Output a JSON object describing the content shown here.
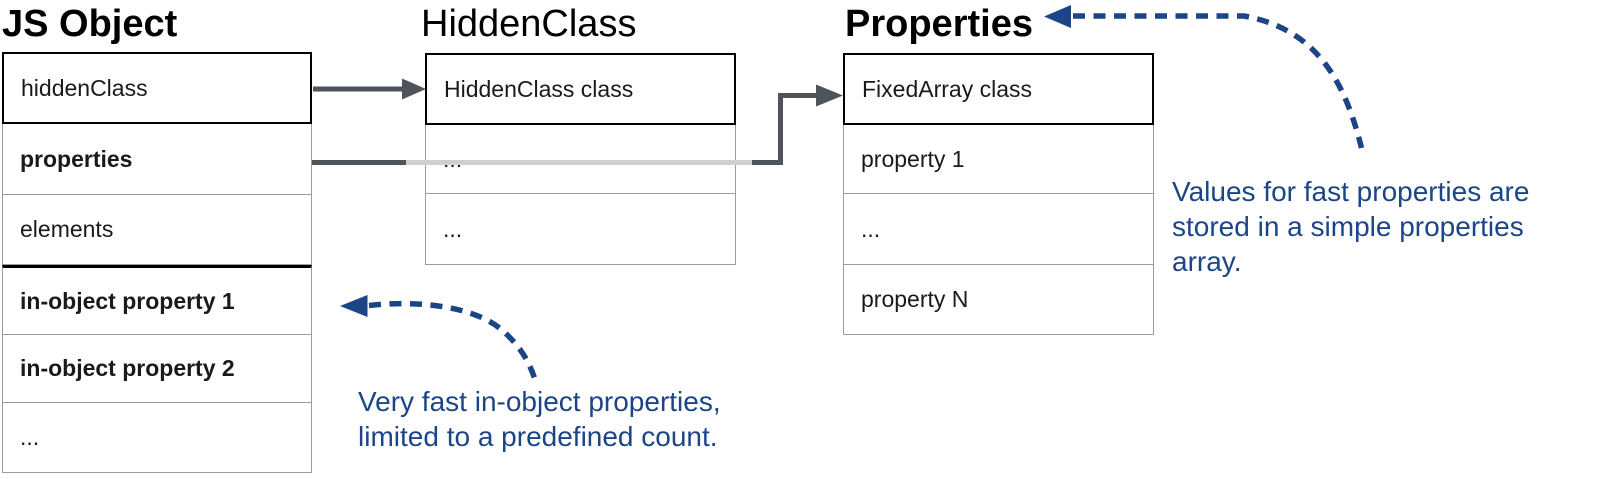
{
  "colors": {
    "accent_blue": "#1c4587",
    "arrow_dark": "#4e545a",
    "arrow_light": "#ccd0d3",
    "border_black": "#000000",
    "border_gray": "#9c9c9c",
    "background": "#ffffff"
  },
  "tables": {
    "js_object": {
      "title": "JS Object",
      "rows": [
        {
          "label": "hiddenClass",
          "bold": false
        },
        {
          "label": "properties",
          "bold": true
        },
        {
          "label": "elements",
          "bold": false
        },
        {
          "label": "in-object property 1",
          "bold": true
        },
        {
          "label": "in-object property 2",
          "bold": true
        },
        {
          "label": "...",
          "bold": false
        }
      ]
    },
    "hidden_class": {
      "title": "HiddenClass",
      "rows": [
        "HiddenClass class",
        "...",
        "..."
      ]
    },
    "properties": {
      "title": "Properties",
      "rows": [
        "FixedArray class",
        "property 1",
        "...",
        "property N"
      ]
    }
  },
  "annotations": {
    "in_object": {
      "line1": "Very fast in-object properties,",
      "line2": "limited to a predefined count."
    },
    "fast_values": {
      "line1": "Values for fast properties are",
      "line2": "stored in a simple properties",
      "line3": "array."
    }
  },
  "arrows": {
    "hidden_class_pointer": "hiddenClass cell to HiddenClass table",
    "properties_pointer": "properties cell to FixedArray table (passes behind HiddenClass table)",
    "note_in_object": "dashed callout to in-object property 1",
    "note_fast_values": "dashed callout to Properties title"
  }
}
